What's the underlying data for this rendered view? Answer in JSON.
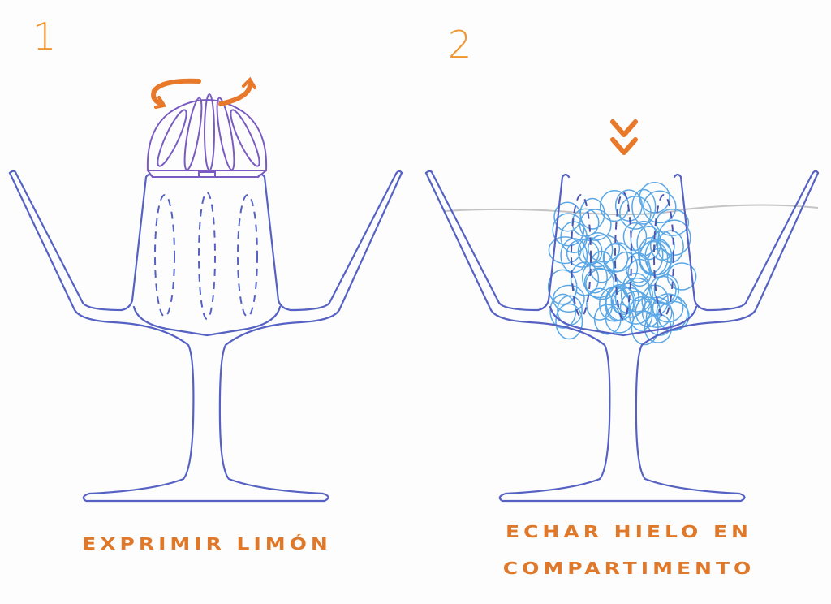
{
  "steps": [
    {
      "number": "1",
      "caption": "EXPRIMIR LIMÓN"
    },
    {
      "number": "2",
      "caption_line1": "ECHAR HIELO EN",
      "caption_line2": "COMPARTIMENTO"
    }
  ],
  "colors": {
    "accent": "#e8782a",
    "glass": "#5562c4",
    "juicer": "#7a5bc2",
    "ice": "#5aa7e6",
    "water": "#c4c4c4"
  }
}
